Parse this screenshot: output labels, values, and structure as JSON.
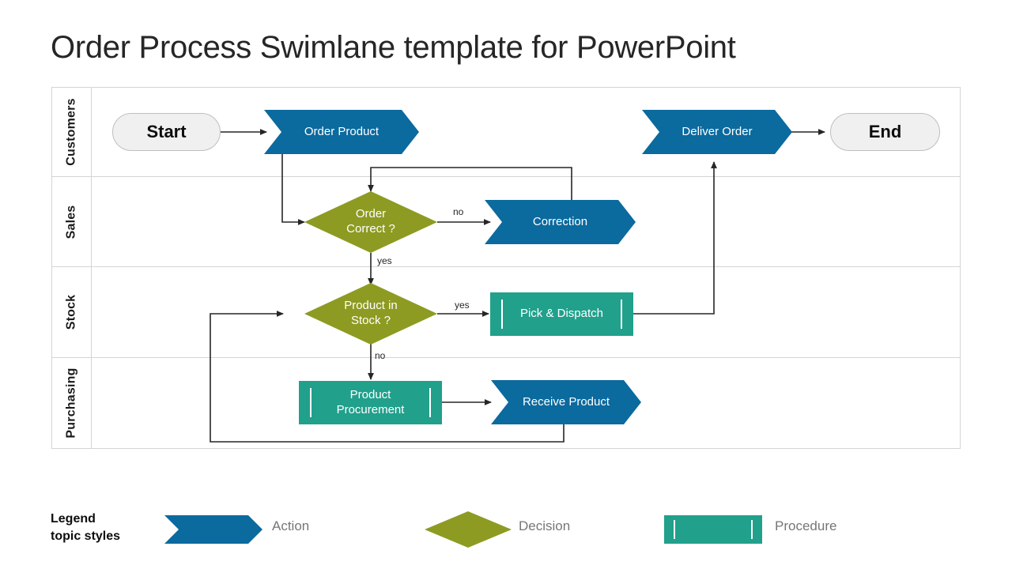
{
  "page": {
    "title": "Order Process Swimlane template for PowerPoint"
  },
  "colors": {
    "action": "#0b6a9e",
    "decision": "#8d9b22",
    "procedure": "#21a08c",
    "terminator_fill": "#f0f0f0",
    "terminator_border": "#bfbfbf",
    "lane_border": "#d4d4d4",
    "title_text": "#262626",
    "legend_text": "#767676",
    "connector": "#262626"
  },
  "lanes": [
    {
      "label": "Customers"
    },
    {
      "label": "Sales"
    },
    {
      "label": "Stock"
    },
    {
      "label": "Purchasing"
    }
  ],
  "nodes": {
    "start": {
      "label": "Start",
      "type": "terminator",
      "lane": "Customers"
    },
    "order_product": {
      "label": "Order Product",
      "type": "action",
      "lane": "Customers"
    },
    "deliver_order": {
      "label": "Deliver Order",
      "type": "action",
      "lane": "Customers"
    },
    "end": {
      "label": "End",
      "type": "terminator",
      "lane": "Customers"
    },
    "order_correct": {
      "label": "Order\nCorrect ?",
      "line1": "Order",
      "line2": "Correct ?",
      "type": "decision",
      "lane": "Sales"
    },
    "correction": {
      "label": "Correction",
      "type": "action",
      "lane": "Sales"
    },
    "product_in_stock": {
      "label": "Product in\nStock ?",
      "line1": "Product in",
      "line2": "Stock ?",
      "type": "decision",
      "lane": "Stock"
    },
    "pick_dispatch": {
      "label": "Pick & Dispatch",
      "type": "procedure",
      "lane": "Stock"
    },
    "product_procurement": {
      "label": "Product\nProcurement",
      "line1": "Product",
      "line2": "Procurement",
      "type": "procedure",
      "lane": "Purchasing"
    },
    "receive_product": {
      "label": "Receive Product",
      "type": "action",
      "lane": "Purchasing"
    }
  },
  "edge_labels": {
    "order_correct_no": "no",
    "order_correct_yes": "yes",
    "product_in_stock_yes": "yes",
    "product_in_stock_no": "no"
  },
  "legend": {
    "title_line1": "Legend",
    "title_line2": "topic styles",
    "items": [
      {
        "shape": "chevron",
        "label": "Action",
        "color": "#0b6a9e"
      },
      {
        "shape": "diamond",
        "label": "Decision",
        "color": "#8d9b22"
      },
      {
        "shape": "rect-bars",
        "label": "Procedure",
        "color": "#21a08c"
      }
    ]
  }
}
